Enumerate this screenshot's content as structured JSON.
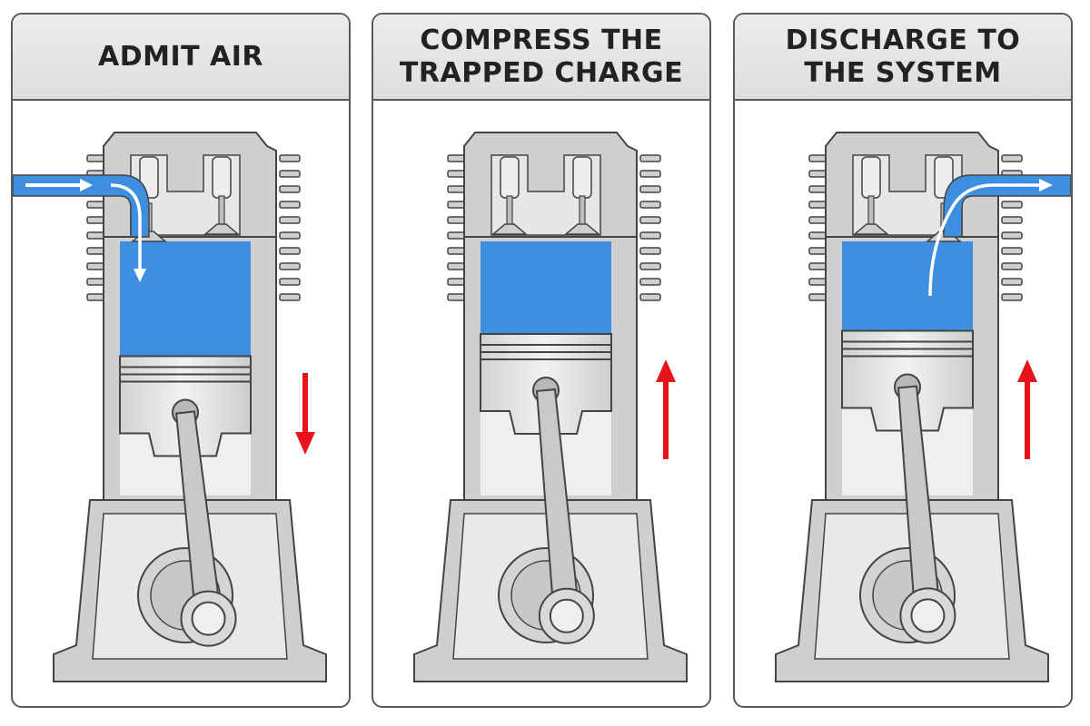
{
  "colors": {
    "air": "#3f8fe0",
    "metal_light": "#e6e6e6",
    "metal_mid": "#cfcfcf",
    "outline": "#444444",
    "arrow_motion": "#e8131b",
    "arrow_flow": "#ffffff",
    "header_bg": "#e2e2e2"
  },
  "panels": [
    {
      "title": "ADMIT AIR",
      "stroke": "intake",
      "piston_motion": "down",
      "intake_valve": "open",
      "exhaust_valve": "closed",
      "air_flow": "in",
      "piston_level": 0.95
    },
    {
      "title": "COMPRESS THE\nTRAPPED CHARGE",
      "stroke": "compression",
      "piston_motion": "up",
      "intake_valve": "closed",
      "exhaust_valve": "closed",
      "air_flow": "none",
      "piston_level": 0.6
    },
    {
      "title": "DISCHARGE TO\nTHE SYSTEM",
      "stroke": "discharge",
      "piston_motion": "up",
      "intake_valve": "closed",
      "exhaust_valve": "open",
      "air_flow": "out",
      "piston_level": 0.55
    }
  ]
}
